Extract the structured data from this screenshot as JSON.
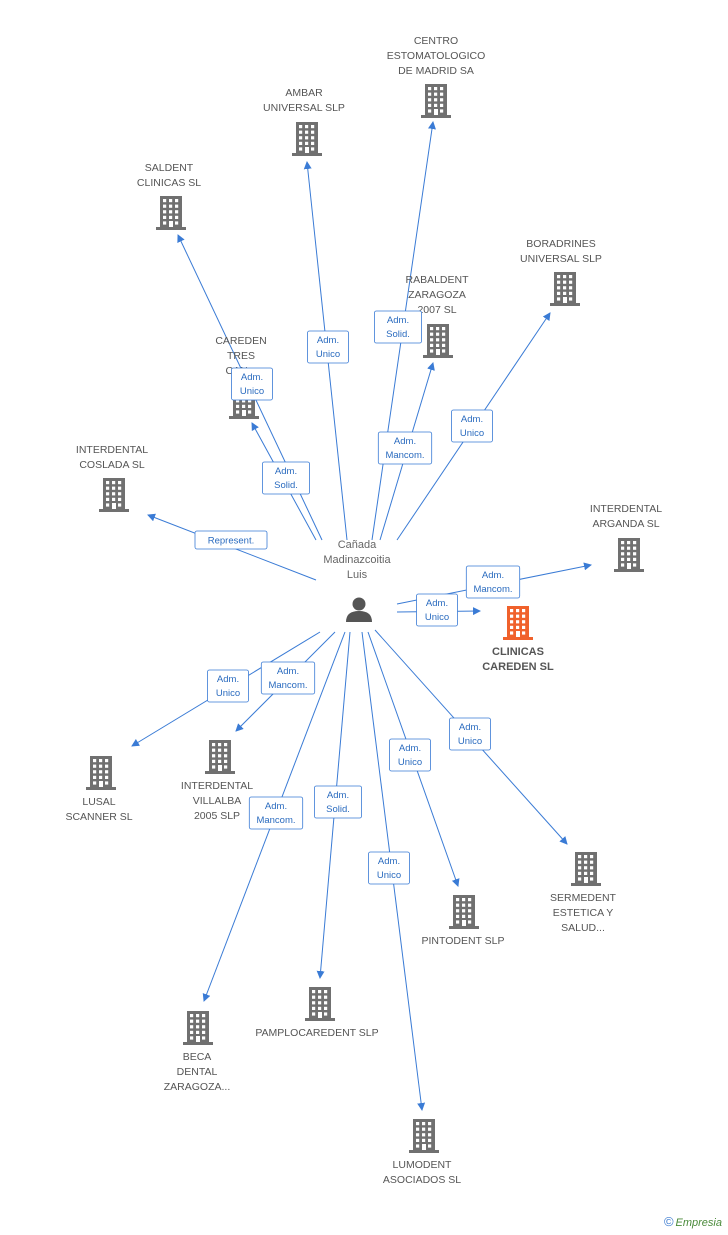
{
  "colors": {
    "edge": "#3a7bd5",
    "building": "#707070",
    "building_main": "#f0612b",
    "person": "#555555",
    "label_border": "#3a7bd5"
  },
  "person": {
    "name_lines": [
      "Cañada",
      "Madinazcoitia",
      "Luis"
    ],
    "icon": "person-icon"
  },
  "companies": [
    {
      "id": "centro",
      "lines": [
        "CENTRO",
        "ESTOMATOLOGICO",
        "DE MADRID SA"
      ],
      "label_pos": "above",
      "main": false
    },
    {
      "id": "ambar",
      "lines": [
        "AMBAR",
        "UNIVERSAL SLP"
      ],
      "label_pos": "above",
      "main": false
    },
    {
      "id": "saldent",
      "lines": [
        "SALDENT",
        "CLINICAS SL"
      ],
      "label_pos": "above",
      "main": false
    },
    {
      "id": "boradrines",
      "lines": [
        "BORADRINES",
        "UNIVERSAL SLP"
      ],
      "label_pos": "above",
      "main": false
    },
    {
      "id": "rabaldent",
      "lines": [
        "RABALDENT",
        "ZARAGOZA",
        "2007 SL"
      ],
      "label_pos": "above",
      "main": false
    },
    {
      "id": "careden_tres",
      "lines": [
        "CAREDEN",
        "TRES",
        "CAN..."
      ],
      "label_pos": "above",
      "main": false
    },
    {
      "id": "interdental_coslada",
      "lines": [
        "INTERDENTAL",
        "COSLADA SL"
      ],
      "label_pos": "above",
      "main": false
    },
    {
      "id": "interdental_arganda",
      "lines": [
        "INTERDENTAL",
        "ARGANDA SL"
      ],
      "label_pos": "above",
      "main": false
    },
    {
      "id": "clinicas_careden",
      "lines": [
        "CLINICAS",
        "CAREDEN SL"
      ],
      "label_pos": "below",
      "main": true
    },
    {
      "id": "lusal",
      "lines": [
        "LUSAL",
        "SCANNER SL"
      ],
      "label_pos": "below",
      "main": false
    },
    {
      "id": "interdental_villalba",
      "lines": [
        "INTERDENTAL",
        "VILLALBA",
        "2005 SLP"
      ],
      "label_pos": "below",
      "main": false
    },
    {
      "id": "sermedent",
      "lines": [
        "SERMEDENT",
        "ESTETICA Y",
        "SALUD..."
      ],
      "label_pos": "below",
      "main": false
    },
    {
      "id": "pintodent",
      "lines": [
        "PINTODENT SLP"
      ],
      "label_pos": "below",
      "main": false
    },
    {
      "id": "pamplocaredent",
      "lines": [
        "PAMPLOCAREDENT SLP"
      ],
      "label_pos": "below",
      "main": false
    },
    {
      "id": "beca",
      "lines": [
        "BECA",
        "DENTAL",
        "ZARAGOZA..."
      ],
      "label_pos": "below",
      "main": false
    },
    {
      "id": "lumodent",
      "lines": [
        "LUMODENT",
        "ASOCIADOS SL"
      ],
      "label_pos": "below",
      "main": false
    }
  ],
  "edges": [
    {
      "to": "centro",
      "lines": [
        "Adm.",
        "Solid."
      ]
    },
    {
      "to": "ambar",
      "lines": [
        "Adm.",
        "Unico"
      ]
    },
    {
      "to": "saldent",
      "lines": [
        "Adm.",
        "Unico"
      ]
    },
    {
      "to": "boradrines",
      "lines": [
        "Adm.",
        "Unico"
      ]
    },
    {
      "to": "rabaldent",
      "lines": [
        "Adm.",
        "Mancom."
      ]
    },
    {
      "to": "careden_tres",
      "lines": [
        "Adm.",
        "Solid."
      ]
    },
    {
      "to": "interdental_coslada",
      "lines": [
        "Represent."
      ]
    },
    {
      "to": "interdental_arganda",
      "lines": [
        "Adm.",
        "Mancom."
      ]
    },
    {
      "to": "clinicas_careden",
      "lines": [
        "Adm.",
        "Unico"
      ]
    },
    {
      "to": "lusal",
      "lines": [
        "Adm.",
        "Unico"
      ]
    },
    {
      "to": "interdental_villalba",
      "lines": [
        "Adm.",
        "Mancom."
      ]
    },
    {
      "to": "sermedent",
      "lines": [
        "Adm.",
        "Unico"
      ]
    },
    {
      "to": "pintodent",
      "lines": [
        "Adm.",
        "Unico"
      ]
    },
    {
      "to": "pamplocaredent",
      "lines": [
        "Adm.",
        "Solid."
      ]
    },
    {
      "to": "beca",
      "lines": [
        "Adm.",
        "Mancom."
      ]
    },
    {
      "to": "lumodent",
      "lines": [
        "Adm.",
        "Unico"
      ]
    }
  ],
  "watermark": {
    "symbol": "©",
    "brand": "Empresia"
  }
}
